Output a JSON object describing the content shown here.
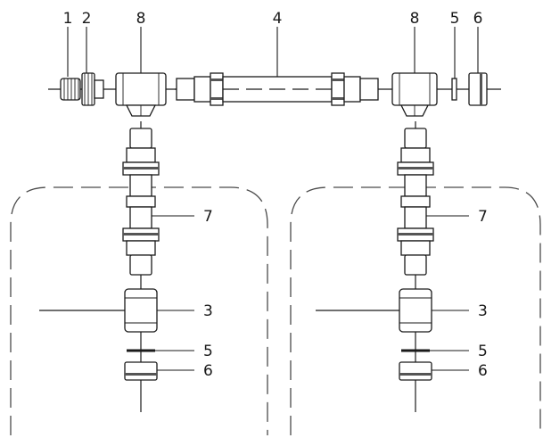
{
  "callouts": {
    "top_1": "1",
    "top_2": "2",
    "top_8_left": "8",
    "top_4": "4",
    "top_8_right": "8",
    "top_5": "5",
    "top_6": "6",
    "left_7": "7",
    "left_3": "3",
    "left_5": "5",
    "left_6": "6",
    "right_7": "7",
    "right_3": "3",
    "right_5": "5",
    "right_6": "6"
  },
  "colors": {
    "line": "#1a1a1a",
    "dashed_outline": "#4a4a4a",
    "background": "#ffffff"
  }
}
